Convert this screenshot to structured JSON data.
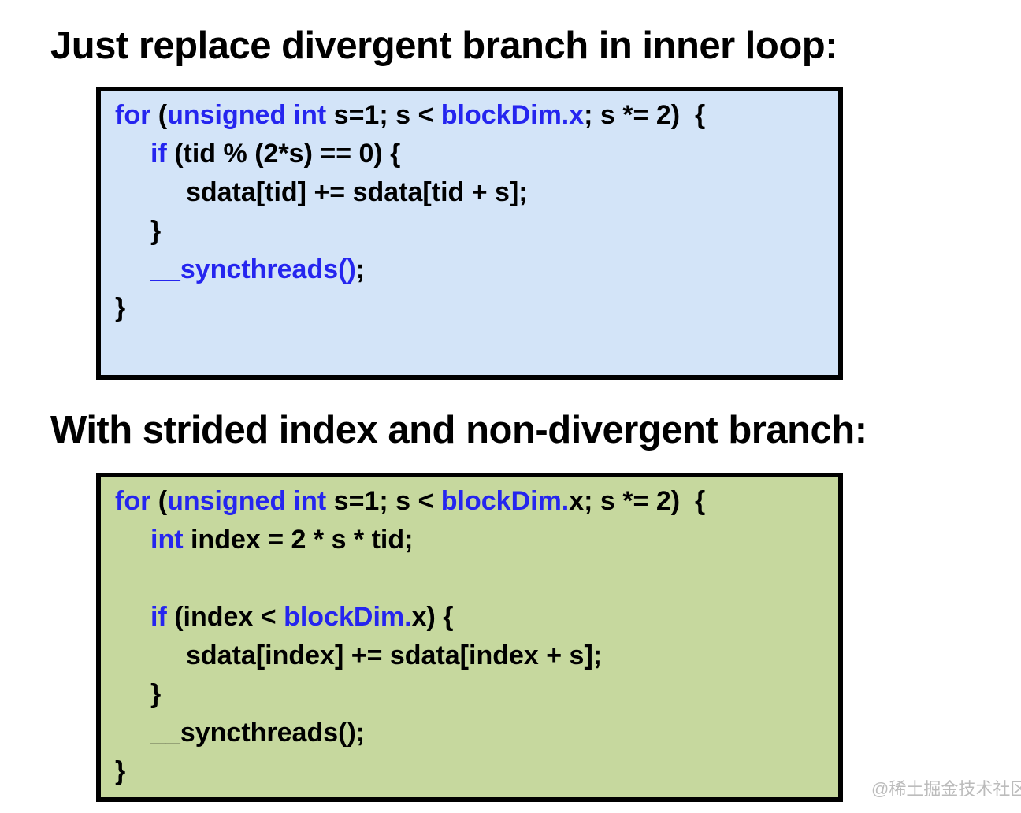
{
  "headings": [
    "Just replace divergent branch in inner loop:",
    "With strided index and non-divergent branch:"
  ],
  "watermark": "@稀土掘金技术社区",
  "colors": {
    "keyword_blue": "#2525ef",
    "code_black": "#000000",
    "block1_background": "#d3e4f8",
    "block2_background": "#c6d89e",
    "block_border": "#000000",
    "watermark_gray": "#bcbcbc"
  },
  "code_blocks": [
    {
      "name": "divergent-branch-code",
      "bg": "#d3e4f8",
      "lines": [
        {
          "indent": 0,
          "segments": [
            {
              "text": "for ",
              "color": "blue"
            },
            {
              "text": "(",
              "color": "black"
            },
            {
              "text": "unsigned int ",
              "color": "blue"
            },
            {
              "text": "s=1; s < ",
              "color": "black"
            },
            {
              "text": "blockDim.x",
              "color": "blue"
            },
            {
              "text": "; s *= 2)  {",
              "color": "black"
            }
          ]
        },
        {
          "indent": 1,
          "segments": [
            {
              "text": "if ",
              "color": "blue"
            },
            {
              "text": "(tid % (2*s) == 0) {",
              "color": "black"
            }
          ]
        },
        {
          "indent": 2,
          "segments": [
            {
              "text": "sdata[tid] += sdata[tid + s];",
              "color": "black"
            }
          ]
        },
        {
          "indent": 1,
          "segments": [
            {
              "text": "}",
              "color": "black"
            }
          ]
        },
        {
          "indent": 1,
          "segments": [
            {
              "text": "__syncthreads()",
              "color": "blue"
            },
            {
              "text": ";",
              "color": "black"
            }
          ]
        },
        {
          "indent": 0,
          "segments": [
            {
              "text": "}",
              "color": "black"
            }
          ]
        }
      ]
    },
    {
      "name": "strided-index-code",
      "bg": "#c6d89e",
      "lines": [
        {
          "indent": 0,
          "segments": [
            {
              "text": "for ",
              "color": "blue"
            },
            {
              "text": "(",
              "color": "black"
            },
            {
              "text": "unsigned int ",
              "color": "blue"
            },
            {
              "text": "s=1; s < ",
              "color": "black"
            },
            {
              "text": "blockDim.",
              "color": "blue"
            },
            {
              "text": "x; s *= 2)  {",
              "color": "black"
            }
          ]
        },
        {
          "indent": 1,
          "segments": [
            {
              "text": "int ",
              "color": "blue"
            },
            {
              "text": "index = 2 * s * tid;",
              "color": "black"
            }
          ]
        },
        {
          "indent": 1,
          "segments": []
        },
        {
          "indent": 1,
          "segments": [
            {
              "text": "if ",
              "color": "blue"
            },
            {
              "text": "(index < ",
              "color": "black"
            },
            {
              "text": "blockDim.",
              "color": "blue"
            },
            {
              "text": "x) {",
              "color": "black"
            }
          ]
        },
        {
          "indent": 2,
          "segments": [
            {
              "text": "sdata[index] += sdata[index + s];",
              "color": "black"
            }
          ]
        },
        {
          "indent": 1,
          "segments": [
            {
              "text": "}",
              "color": "black"
            }
          ]
        },
        {
          "indent": 1,
          "segments": [
            {
              "text": "__syncthreads();",
              "color": "black"
            }
          ]
        },
        {
          "indent": 0,
          "segments": [
            {
              "text": "}",
              "color": "black"
            }
          ]
        }
      ]
    }
  ]
}
